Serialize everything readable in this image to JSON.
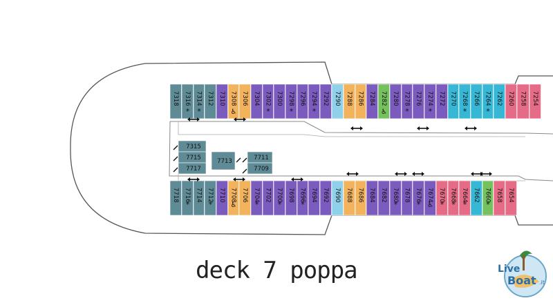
{
  "caption": "deck 7 poppa",
  "logo_text": "LiveBoat.it",
  "colors": {
    "teal": "#5f8b96",
    "orange": "#f2b35c",
    "purple": "#7b5bbe",
    "lightblue": "#8fd0ea",
    "green": "#74c15d",
    "cyan": "#36b7d6",
    "pink": "#e66b86",
    "lightgray": "#f1f1f1",
    "outline": "#444444"
  },
  "icons": {
    "star": "star-icon",
    "access": "wheelchair-icon",
    "connect": "connecting-arrow-icon"
  },
  "top_row": [
    {
      "label": "7318",
      "color": "teal",
      "mark": ""
    },
    {
      "label": "7316",
      "color": "teal",
      "mark": "star"
    },
    {
      "label": "7314",
      "color": "teal",
      "mark": "star"
    },
    {
      "label": "7312",
      "color": "teal",
      "mark": ""
    },
    {
      "label": "7310",
      "color": "purple",
      "mark": ""
    },
    {
      "label": "7308",
      "color": "orange",
      "mark": "access"
    },
    {
      "label": "7306",
      "color": "orange",
      "mark": ""
    },
    {
      "label": "7304",
      "color": "purple",
      "mark": ""
    },
    {
      "label": "7302",
      "color": "purple",
      "mark": "star"
    },
    {
      "label": "7300",
      "color": "purple",
      "mark": ""
    },
    {
      "label": "7298",
      "color": "purple",
      "mark": "star"
    },
    {
      "label": "7296",
      "color": "purple",
      "mark": ""
    },
    {
      "label": "7294",
      "color": "purple",
      "mark": "star"
    },
    {
      "label": "7292",
      "color": "purple",
      "mark": ""
    },
    {
      "label": "7290",
      "color": "lightblue",
      "mark": ""
    },
    {
      "label": "7288",
      "color": "orange",
      "mark": ""
    },
    {
      "label": "7286",
      "color": "orange",
      "mark": ""
    },
    {
      "label": "7284",
      "color": "purple",
      "mark": ""
    },
    {
      "label": "7282",
      "color": "green",
      "mark": "access"
    },
    {
      "label": "7280",
      "color": "purple",
      "mark": ""
    },
    {
      "label": "7278",
      "color": "purple",
      "mark": "star"
    },
    {
      "label": "7276",
      "color": "purple",
      "mark": ""
    },
    {
      "label": "7274",
      "color": "purple",
      "mark": "star"
    },
    {
      "label": "7272",
      "color": "purple",
      "mark": ""
    },
    {
      "label": "7270",
      "color": "cyan",
      "mark": ""
    },
    {
      "label": "7268",
      "color": "cyan",
      "mark": "star"
    },
    {
      "label": "7266",
      "color": "cyan",
      "mark": ""
    },
    {
      "label": "7264",
      "color": "cyan",
      "mark": "star"
    },
    {
      "label": "7262",
      "color": "cyan",
      "mark": ""
    },
    {
      "label": "7260",
      "color": "pink",
      "mark": ""
    },
    {
      "label": "7258",
      "color": "pink",
      "mark": ""
    },
    {
      "label": "7254",
      "color": "pink",
      "mark": ""
    }
  ],
  "bottom_row": [
    {
      "label": "7718",
      "color": "teal",
      "mark": ""
    },
    {
      "label": "7716",
      "color": "teal",
      "mark": "star"
    },
    {
      "label": "7714",
      "color": "teal",
      "mark": ""
    },
    {
      "label": "7712",
      "color": "teal",
      "mark": "star"
    },
    {
      "label": "7710",
      "color": "purple",
      "mark": ""
    },
    {
      "label": "7708",
      "color": "orange",
      "mark": "access"
    },
    {
      "label": "7706",
      "color": "orange",
      "mark": ""
    },
    {
      "label": "7704",
      "color": "purple",
      "mark": "star"
    },
    {
      "label": "7702",
      "color": "purple",
      "mark": ""
    },
    {
      "label": "7700",
      "color": "purple",
      "mark": "star"
    },
    {
      "label": "7698",
      "color": "purple",
      "mark": ""
    },
    {
      "label": "7696",
      "color": "purple",
      "mark": "star"
    },
    {
      "label": "7694",
      "color": "purple",
      "mark": ""
    },
    {
      "label": "7692",
      "color": "purple",
      "mark": ""
    },
    {
      "label": "7690",
      "color": "lightblue",
      "mark": ""
    },
    {
      "label": "7688",
      "color": "orange",
      "mark": ""
    },
    {
      "label": "7686",
      "color": "orange",
      "mark": ""
    },
    {
      "label": "7684",
      "color": "purple",
      "mark": ""
    },
    {
      "label": "7682",
      "color": "purple",
      "mark": ""
    },
    {
      "label": "7680",
      "color": "purple",
      "mark": "star"
    },
    {
      "label": "7678",
      "color": "purple",
      "mark": ""
    },
    {
      "label": "7676",
      "color": "purple",
      "mark": "star"
    },
    {
      "label": "7674",
      "color": "purple",
      "mark": "access"
    },
    {
      "label": "7670",
      "color": "pink",
      "mark": "star"
    },
    {
      "label": "7668",
      "color": "pink",
      "mark": "star"
    },
    {
      "label": "7664",
      "color": "pink",
      "mark": "star"
    },
    {
      "label": "7662",
      "color": "cyan",
      "mark": ""
    },
    {
      "label": "7660",
      "color": "green",
      "mark": "star"
    },
    {
      "label": "7658",
      "color": "pink",
      "mark": ""
    },
    {
      "label": "7654",
      "color": "pink",
      "mark": ""
    }
  ],
  "middle_cabins": [
    {
      "label": "7315",
      "color": "teal"
    },
    {
      "label": "7715",
      "color": "teal"
    },
    {
      "label": "7717",
      "color": "teal"
    },
    {
      "label": "7713",
      "color": "teal"
    },
    {
      "label": "7711",
      "color": "teal"
    },
    {
      "label": "7709",
      "color": "teal"
    }
  ]
}
